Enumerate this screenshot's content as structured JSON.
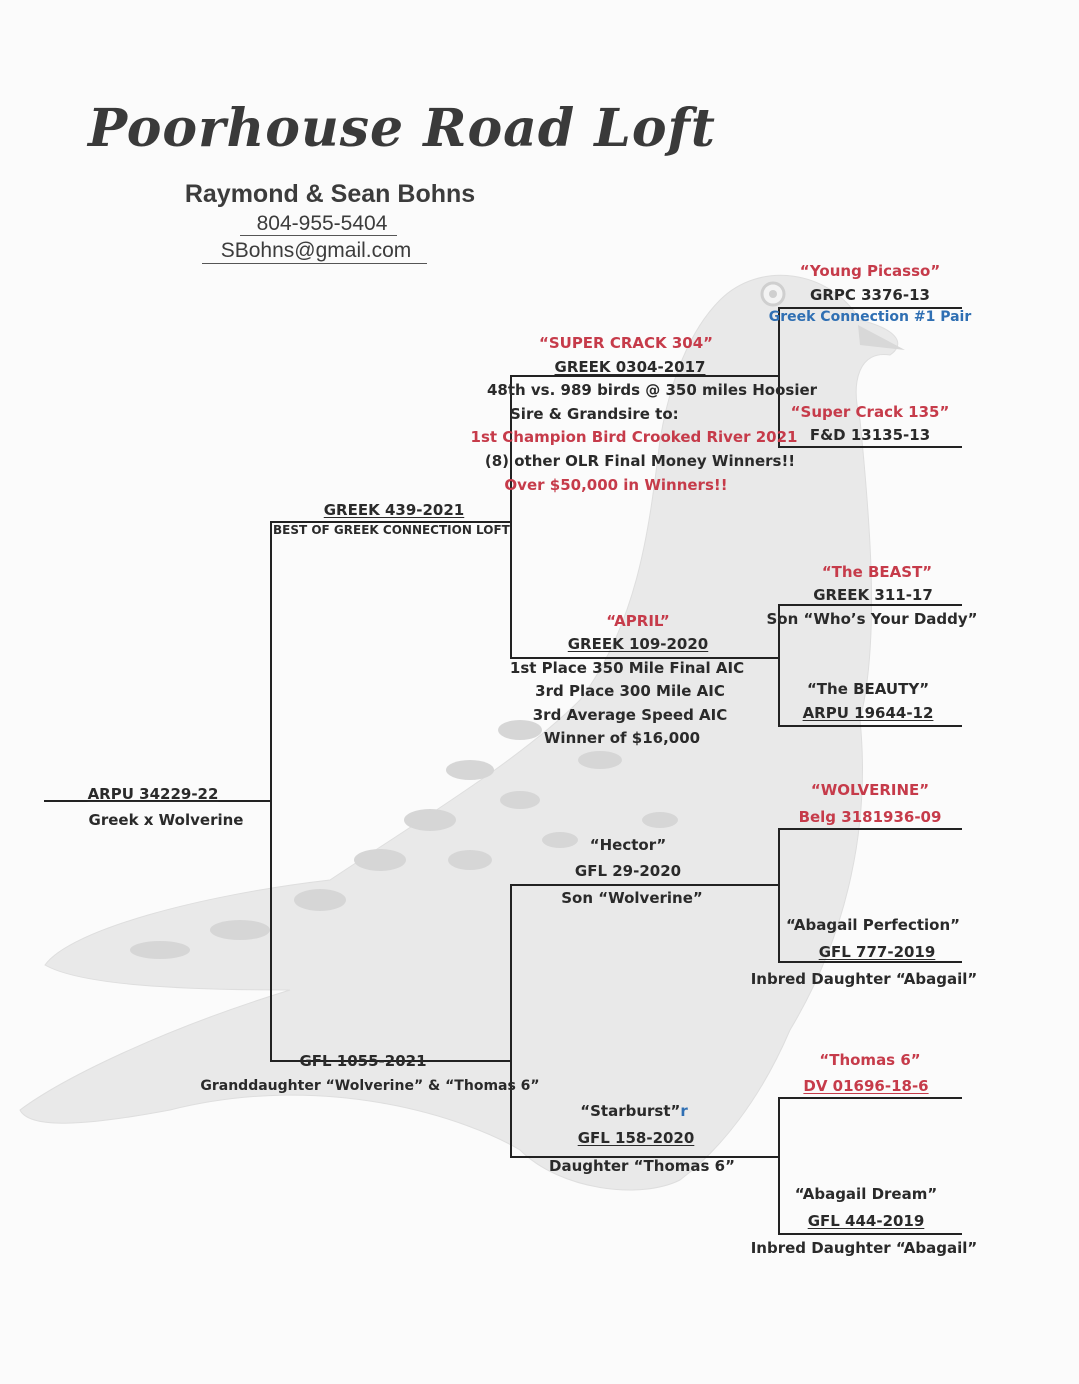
{
  "colors": {
    "red": "#c63b4a",
    "blue": "#2f6fb3",
    "ink": "#2a2a2a"
  },
  "header": {
    "loft_name": "Poorhouse Road Loft",
    "owners": "Raymond & Sean Bohns",
    "phone": "804-955-5404",
    "email": "SBohns@gmail.com"
  },
  "subject": {
    "band": "ARPU 34229-22",
    "cross": "Greek x Wolverine"
  },
  "sire": {
    "band": "GREEK 439-2021",
    "note": "BEST OF GREEK CONNECTION LOFT"
  },
  "dam": {
    "band": "GFL 1055-2021",
    "note": "Granddaughter “Wolverine” & “Thomas 6”"
  },
  "sire_sire": {
    "name": "“SUPER CRACK 304”",
    "band": "GREEK 0304-2017",
    "notes": [
      "48th vs. 989 birds @ 350 miles Hoosier",
      "Sire & Grandsire to:",
      "1st Champion Bird Crooked River 2021",
      "(8) other OLR Final Money Winners!!",
      "Over $50,000 in Winners!!"
    ]
  },
  "sire_dam": {
    "name": "“APRIL”",
    "band": "GREEK 109-2020",
    "notes": [
      "1st Place 350 Mile Final AIC",
      "3rd Place 300 Mile AIC",
      "3rd Average Speed AIC",
      "Winner of $16,000"
    ]
  },
  "dam_sire": {
    "name": "“Hector”",
    "band": "GFL 29-2020",
    "note": "Son “Wolverine”"
  },
  "dam_dam": {
    "name": "“Starburst”",
    "mark": "r",
    "band": "GFL 158-2020",
    "note": "Daughter “Thomas 6”"
  },
  "ggp": [
    {
      "name": "“Young Picasso”",
      "band": "GRPC 3376-13",
      "note": "Greek Connection #1 Pair"
    },
    {
      "name": "“Super Crack 135”",
      "band": "F&D 13135-13"
    },
    {
      "name": "“The BEAST”",
      "band": "GREEK 311-17",
      "note": "Son “Who’s Your Daddy”"
    },
    {
      "name": "“The BEAUTY”",
      "band": "ARPU 19644-12"
    },
    {
      "name": "“WOLVERINE”",
      "band": "Belg 3181936-09"
    },
    {
      "name": "“Abagail Perfection”",
      "band": "GFL 777-2019",
      "note": "Inbred Daughter “Abagail”"
    },
    {
      "name": "“Thomas 6”",
      "band": "DV 01696-18-6"
    },
    {
      "name": "“Abagail Dream”",
      "band": "GFL 444-2019",
      "note": "Inbred Daughter “Abagail”"
    }
  ]
}
